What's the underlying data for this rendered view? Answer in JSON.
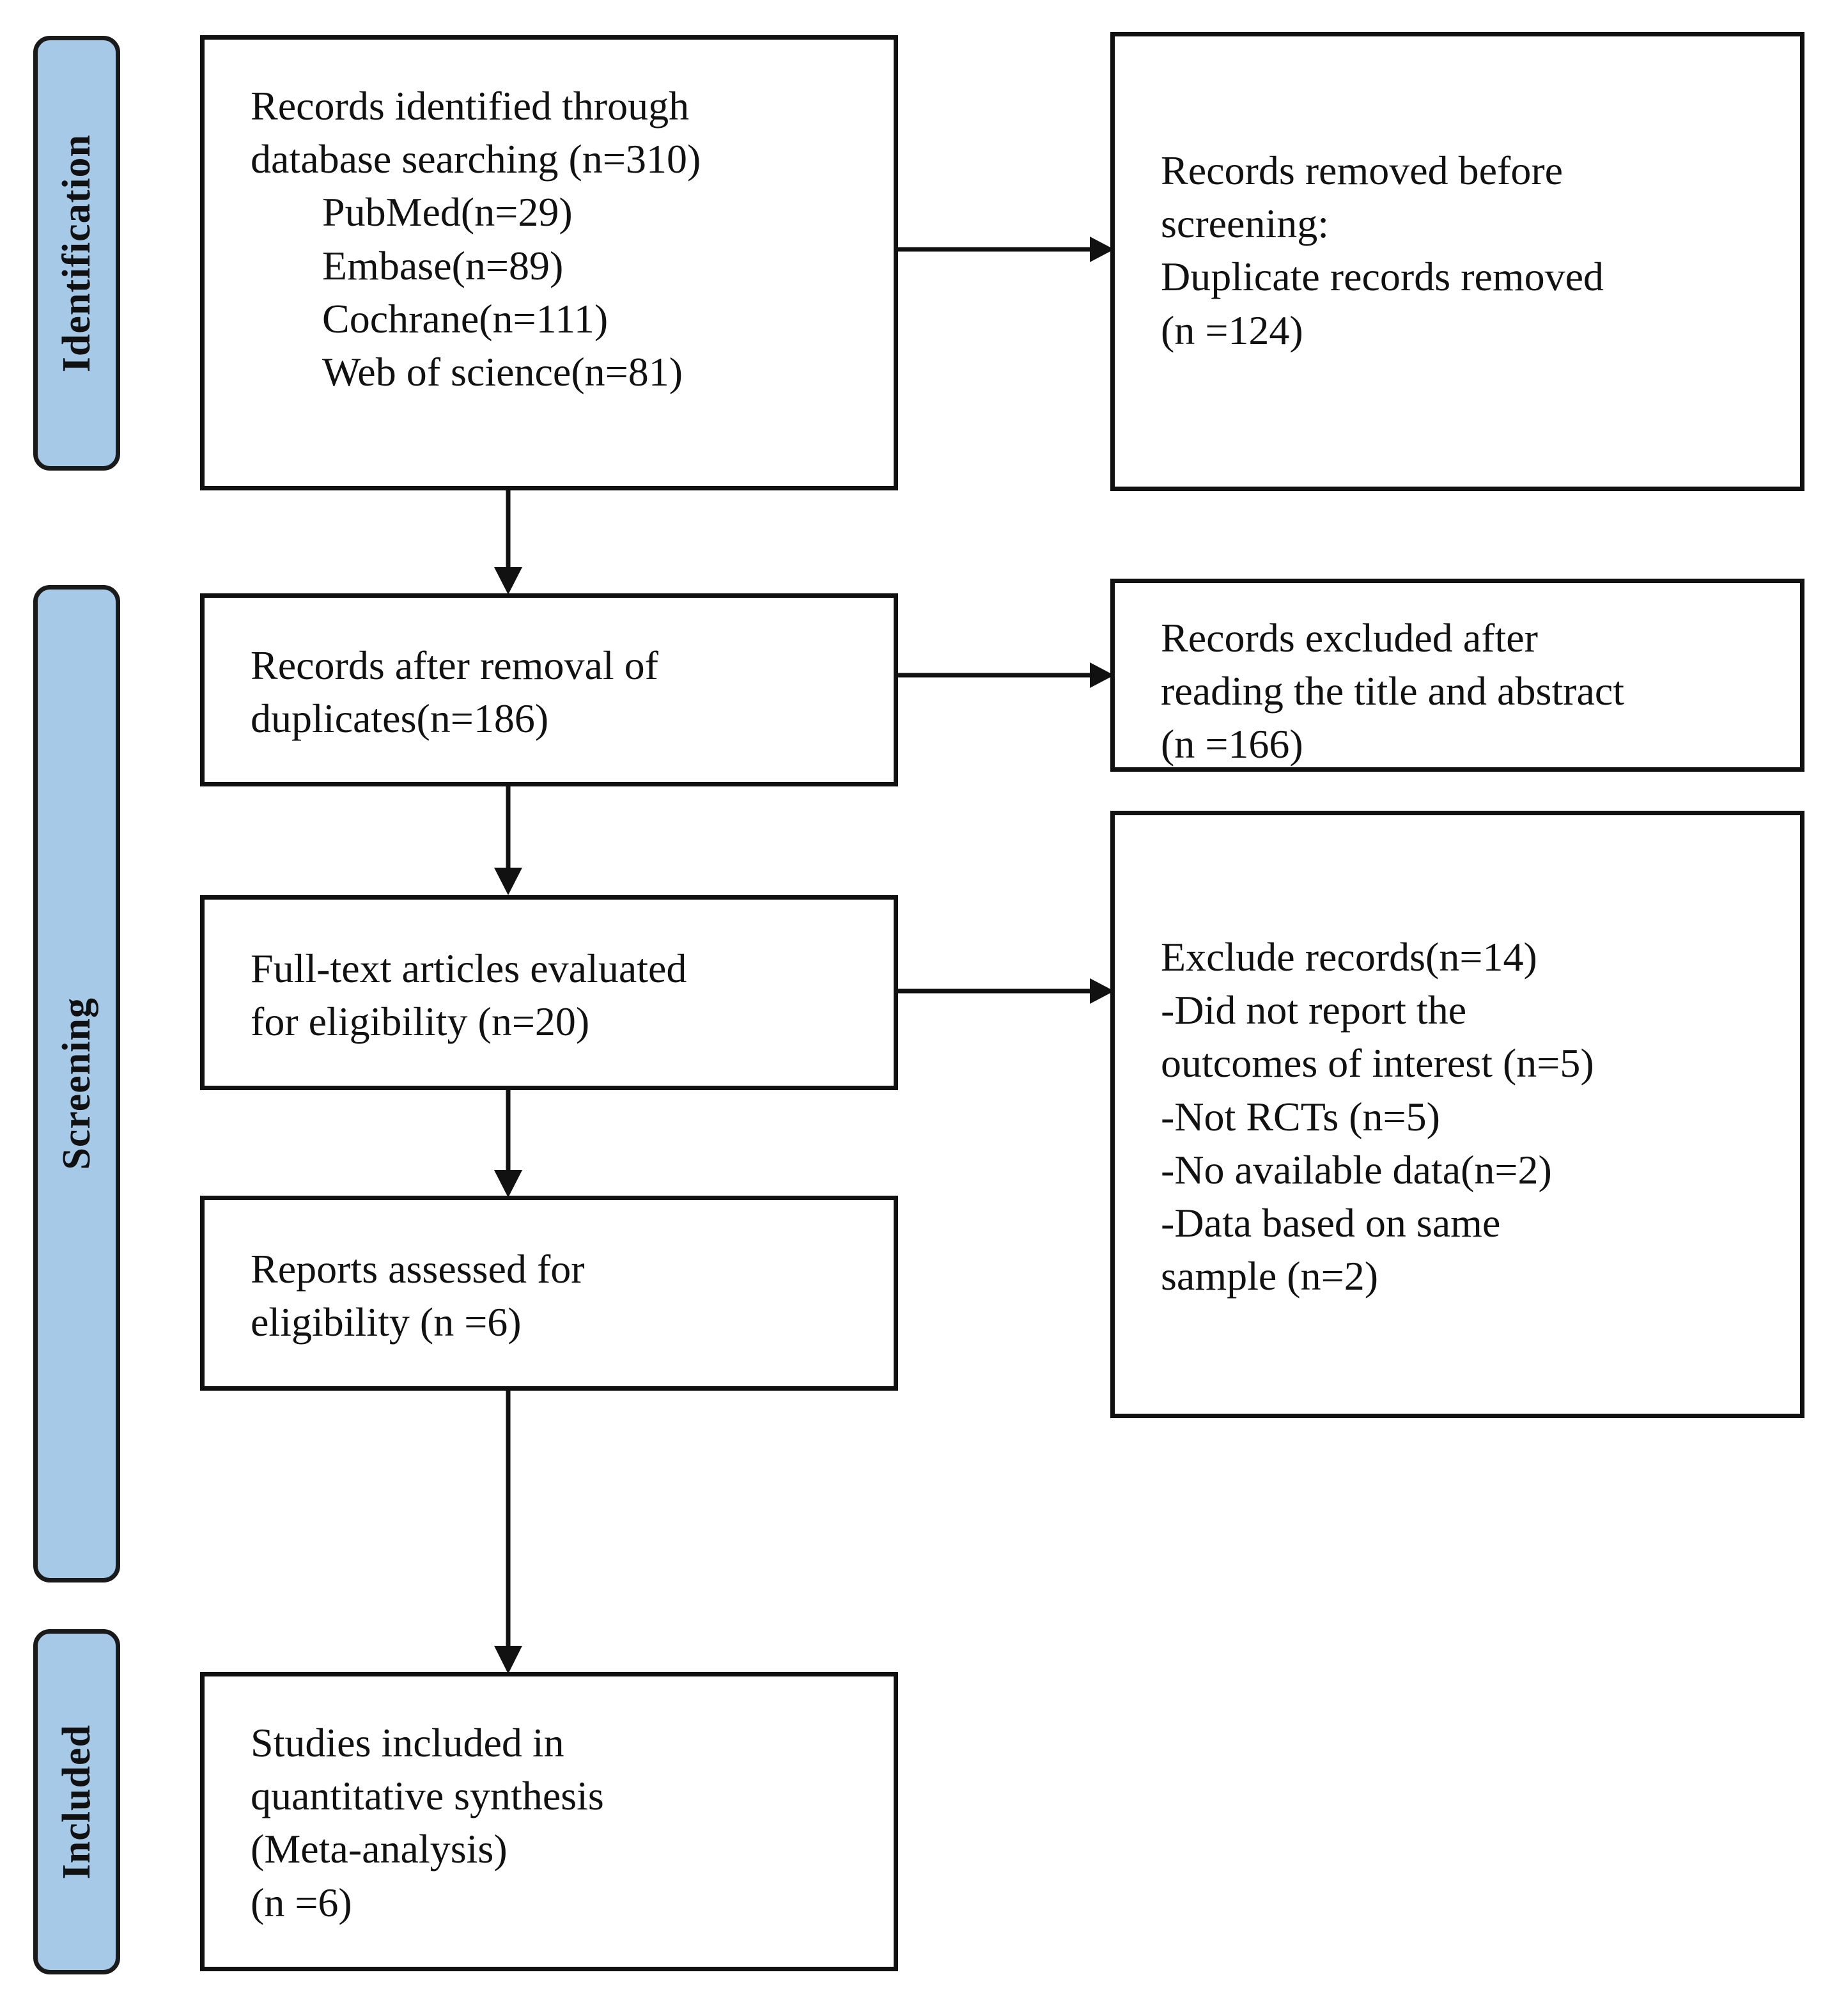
{
  "diagram": {
    "title": "PRISMA study selection flow diagram",
    "stages": [
      {
        "id": "identification",
        "label": "Identification"
      },
      {
        "id": "screening",
        "label": "Screening"
      },
      {
        "id": "included",
        "label": "Included"
      }
    ],
    "accent_color": "#a6c9e8",
    "border_color": "#111111",
    "background_color": "#ffffff"
  },
  "boxes": {
    "identified": {
      "heading": "Records identified through\ndatabase searching (n=310)",
      "sources": "PubMed(n=29)\nEmbase(n=89)\nCochrane(n=111)\nWeb of science(n=81)"
    },
    "removed_before_screening": {
      "text": "Records removed before\nscreening:\nDuplicate records removed\n(n =124)"
    },
    "after_duplicates": {
      "text": "Records after removal of\nduplicates(n=186)"
    },
    "excluded_title_abstract": {
      "text": "Records excluded after\nreading the title and abstract\n(n =166)"
    },
    "fulltext_evaluated": {
      "text": "Full-text articles evaluated\nfor eligibility (n=20)"
    },
    "excluded_fulltext": {
      "text": "Exclude records(n=14)\n-Did not report the\noutcomes of interest (n=5)\n-Not RCTs (n=5)\n-No available data(n=2)\n-Data based on same\nsample (n=2)"
    },
    "reports_assessed": {
      "text": "Reports assessed for\neligibility (n =6)"
    },
    "studies_included": {
      "text": "Studies included in\nquantitative synthesis\n(Meta-analysis)\n(n =6)"
    }
  },
  "counts": {
    "records_identified_total": 310,
    "pubmed": 29,
    "embase": 89,
    "cochrane": 111,
    "web_of_science": 81,
    "duplicates_removed": 124,
    "records_after_duplicates": 186,
    "excluded_title_abstract": 166,
    "fulltext_evaluated": 20,
    "excluded_fulltext_total": 14,
    "excluded_no_outcomes": 5,
    "excluded_not_rct": 5,
    "excluded_no_data": 2,
    "excluded_same_sample": 2,
    "reports_assessed": 6,
    "studies_included": 6
  }
}
